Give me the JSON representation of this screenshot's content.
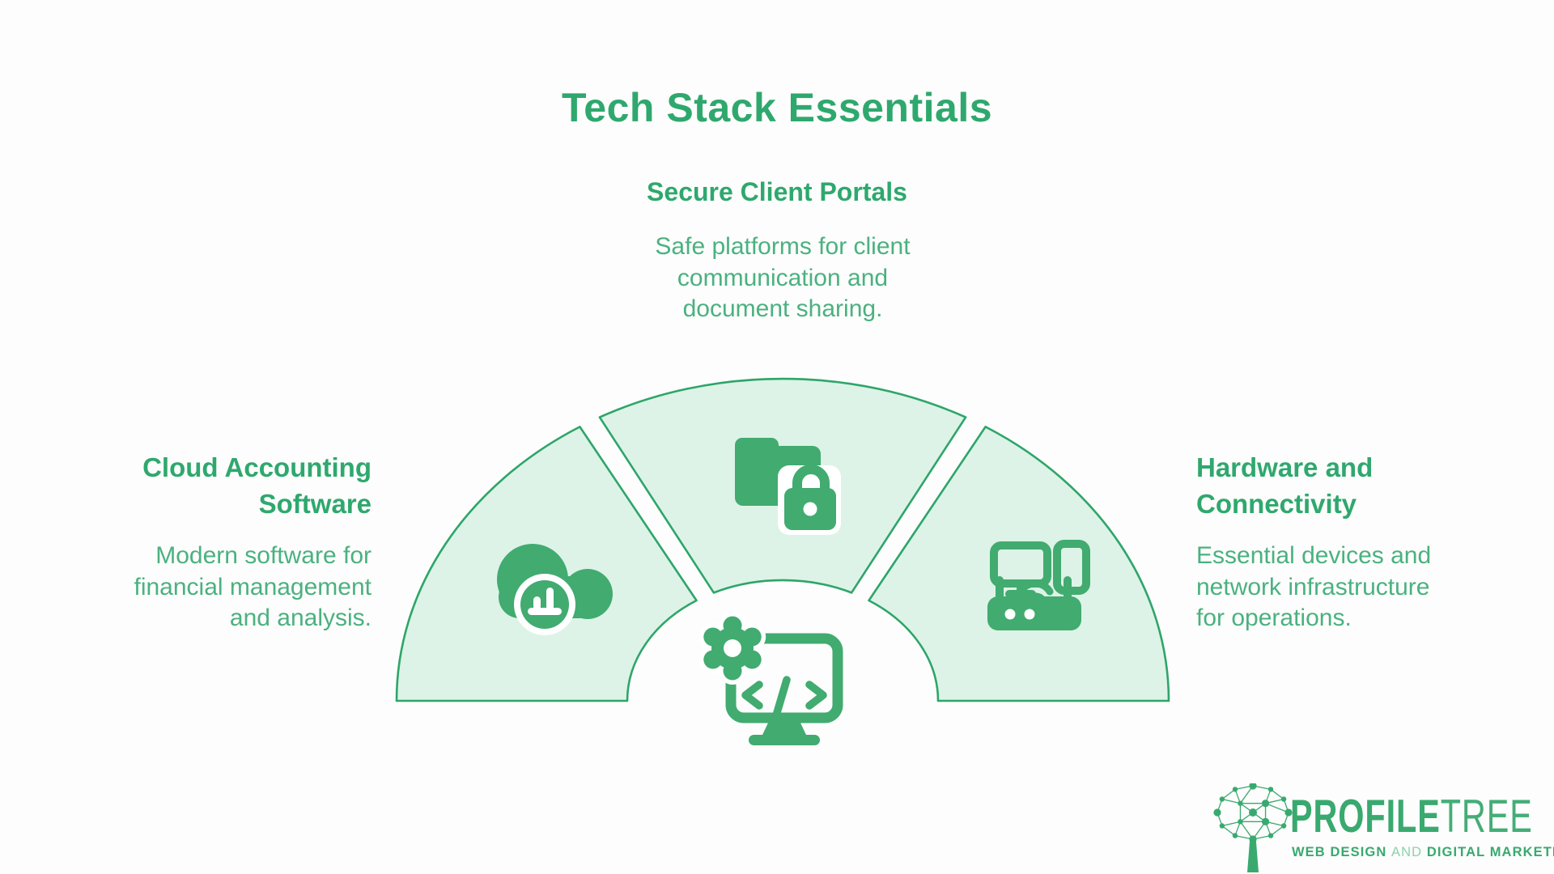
{
  "colors": {
    "background": "#fcfdfc",
    "heading": "#2fa86e",
    "body": "#4bb180",
    "icon": "#41ab70",
    "wedge_fill": "#ddf3e7",
    "wedge_stroke": "#2ea56a",
    "logo": "#3aa96f"
  },
  "title": "Tech Stack Essentials",
  "sections": {
    "top": {
      "heading": "Secure Client Portals",
      "body_lines": [
        "Safe platforms for client",
        "communication and",
        "document sharing."
      ],
      "icon": "secure-folder-lock-icon"
    },
    "left": {
      "heading_lines": [
        "Cloud Accounting",
        "Software"
      ],
      "body_lines": [
        "Modern software for",
        "financial management",
        "and analysis."
      ],
      "icon": "cloud-analytics-icon"
    },
    "right": {
      "heading_lines": [
        "Hardware and",
        "Connectivity"
      ],
      "body_lines": [
        "Essential devices and",
        "network infrastructure",
        "for operations."
      ],
      "icon": "devices-network-icon"
    },
    "center": {
      "icon": "development-monitor-gear-icon"
    }
  },
  "logo": {
    "brand_bold": "PROFILE",
    "brand_light": "TREE",
    "tagline_bold_1": "WEB DESIGN",
    "tagline_light": "AND",
    "tagline_bold_2": "DIGITAL MARKETING"
  }
}
